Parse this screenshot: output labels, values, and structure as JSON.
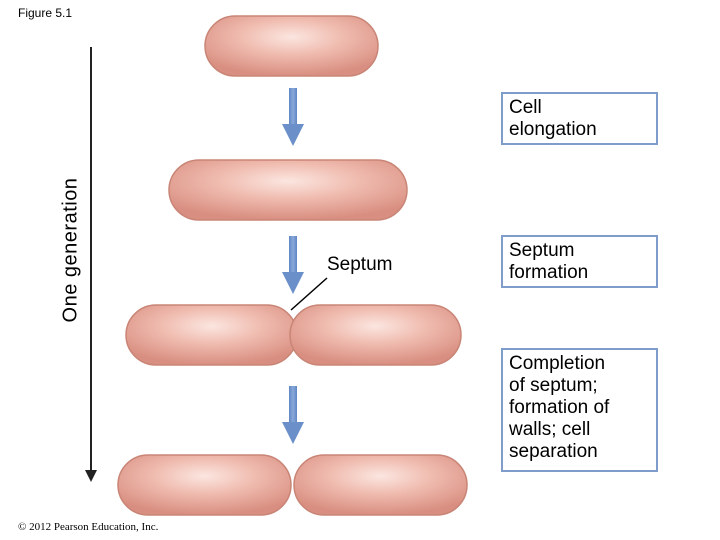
{
  "figure_label": "Figure 5.1",
  "generation_axis_label": "One generation",
  "septum_label": "Septum",
  "steps": [
    {
      "label": "Cell elongation"
    },
    {
      "label": "Septum formation"
    },
    {
      "label": "Completion of septum; formation of walls; cell separation"
    }
  ],
  "step_lines": [
    [
      "Cell",
      "elongation"
    ],
    [
      "Septum",
      "formation"
    ],
    [
      "Completion",
      "of septum;",
      "formation of",
      "walls; cell",
      "separation"
    ]
  ],
  "copyright": "© 2012 Pearson Education, Inc.",
  "colors": {
    "arrow": "#6b8fc9",
    "box_border": "#7f9ccb",
    "cell_fill": "#e8a79a",
    "cell_edge": "#c98576"
  }
}
